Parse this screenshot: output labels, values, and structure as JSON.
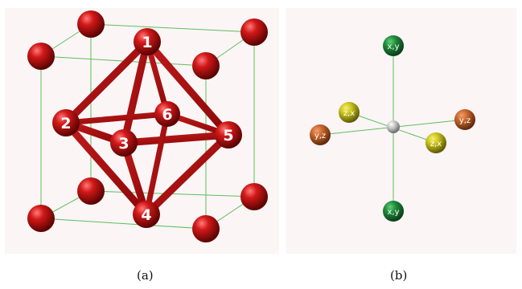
{
  "panel_a": {
    "caption": "(a)",
    "octahedron_labels": [
      "1",
      "2",
      "3",
      "4",
      "5",
      "6"
    ]
  },
  "panel_b": {
    "caption": "(b)",
    "labels": {
      "top": "x,y",
      "bottom": "x,y",
      "upper_left": "z,x",
      "lower_right": "z,x",
      "left": "y,z",
      "right": "y,z"
    }
  },
  "colors": {
    "background": "#fbf5f6",
    "cube_edge": "#5cbf5c",
    "red_atom": "#b80c0c",
    "green_atom": "#1f8a3a",
    "yellow_atom": "#c9c21a",
    "orange_atom": "#c8652a",
    "center_atom": "#bdbdbd"
  }
}
